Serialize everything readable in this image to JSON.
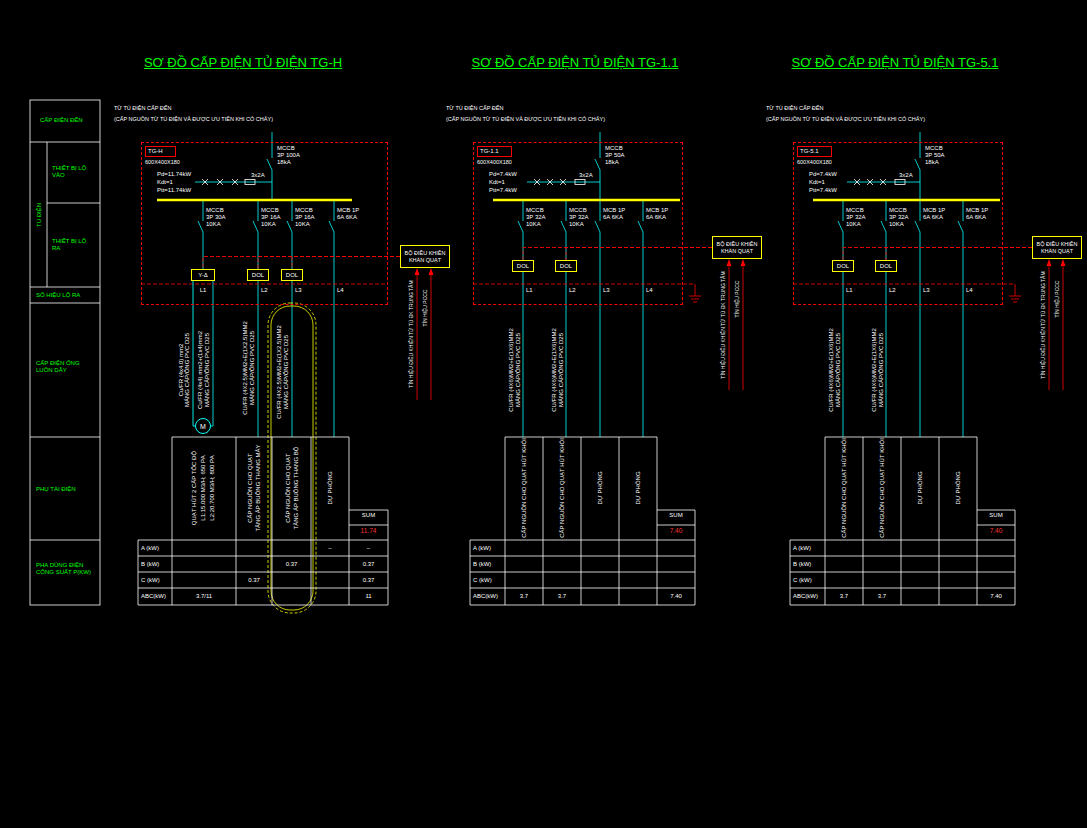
{
  "diagram": {
    "nodes": [
      {
        "text": [
          "TG-H",
          "600X400X180"
        ]
      },
      {
        "text": [
          "Y-Δ"
        ],
        "in": 0
      },
      {
        "text": [
          "DOL"
        ],
        "in": 0
      },
      {
        "text": [
          "DOL"
        ],
        "in": 0
      },
      {
        "text": [
          "BỘ ĐIỀU KHIỂN KHẨN QUẠT"
        ]
      },
      {
        "text": [
          "M"
        ]
      },
      {
        "text": [
          "TG-1.1",
          "600X400X180"
        ]
      },
      {
        "text": [
          "DOL"
        ],
        "in": 6
      },
      {
        "text": [
          "DOL"
        ],
        "in": 6
      },
      {
        "text": [
          "BỘ ĐIỀU KHIỂN KHẨN QUẠT"
        ]
      },
      {
        "text": [
          "TG-5.1",
          "600X400X180"
        ]
      },
      {
        "text": [
          "DOL"
        ],
        "in": 10
      },
      {
        "text": [
          "DOL"
        ],
        "in": 10
      },
      {
        "text": [
          "BỘ ĐIỀU KHIỂN KHẨN QUẠT"
        ]
      }
    ],
    "edges": [
      {
        "from": 4,
        "to": 1,
        "arrow": "none"
      },
      {
        "from": 4,
        "to": 2,
        "arrow": "none"
      },
      {
        "from": 4,
        "to": 3,
        "arrow": "none"
      },
      {
        "from": 1,
        "to": 5,
        "arrow": "none"
      },
      {
        "from": 9,
        "to": 7,
        "arrow": "none"
      },
      {
        "from": 9,
        "to": 8,
        "arrow": "none"
      },
      {
        "from": 13,
        "to": 11,
        "arrow": "none"
      },
      {
        "from": 13,
        "to": 12,
        "arrow": "none"
      }
    ],
    "labels": [
      "SƠ ĐỒ CẤP ĐIỆN TỦ ĐIỆN TG-H",
      "SƠ ĐỒ CẤP ĐIỆN TỦ ĐIỆN TG-1.1",
      "SƠ ĐỒ CẤP ĐIỆN TỦ ĐIỆN TG-5.1",
      "CẤP ĐIỆN ĐẾN",
      "TỦ ĐIỆN",
      "THIẾT BỊ LỘ VÀO",
      "THIẾT BỊ LỘ RA",
      "SỐ HIỆU LỘ RA",
      "CẤP ĐIỆN ỐNG LUỒN DÂY",
      "PHỤ TẢI ĐIỆN",
      "PHA DÙNG ĐIỆN CÔNG SUẤT P(KW)",
      "TỪ TỦ ĐIỆN CẤP ĐẾN",
      "(CẤP NGUỒN TỪ TỦ ĐIỆN VÀ ĐƯỢC ƯU TIÊN KHI CÓ CHÁY)",
      "MCCB 3P 100A 18kA",
      "Pd=11.74kW",
      "Kdt=1",
      "Ptt=11.74kW",
      "3x2A",
      "MCCB 3P 30A 10KA",
      "MCCB 3P 16A 10KA",
      "MCCB 3P 16A 10KA",
      "MCB 1P 6A 6KA",
      "L1",
      "L2",
      "L3",
      "L4",
      "Cu/FR (4x4.0) mm2",
      "MÁNG CÁP/ỐNG PVC D25",
      "Cu/FR (4x4) mm2+(1x4)mm2",
      "MÁNG CÁP/ỐNG PVC D25",
      "CU/FR (4X2.5)MM2+E(1X2.5)MM2",
      "MÁNG CÁP/ỐNG PVC D25",
      "CU/FR (4X2.5)MM2+E(1X2.5)MM2",
      "MÁNG CÁP/ỐNG PVC D25",
      "TÍN HIỆU ĐIỀU KHIỂN TỪ TỦ ĐK TRUNG TÂM",
      "TÍN HIỆU PCCC",
      "QUẠT HÚT 2 CẤP TỐC ĐỘ",
      "L1:15.000 M3/H; 650 PA",
      "L2:20.700 M3/H; 800 PA",
      "CẤP NGUỒN CHO QUẠT",
      "TĂNG ÁP BUỒNG THANG MÁY",
      "CẤP NGUỒN CHO QUẠT",
      "TĂNG ÁP BUỒNG THANG BỘ",
      "DỰ PHÒNG",
      "SUM",
      "11.74",
      "A (kW)",
      "B (kW)",
      "C (kW)",
      "ABC(kW)",
      "–",
      "–",
      "0.37",
      "0.37",
      "0.37",
      "0.37",
      "3.7/11",
      "11",
      "TỪ TỦ ĐIỆN CẤP ĐẾN",
      "(CẤP NGUỒN TỪ TỦ ĐIỆN VÀ ĐƯỢC ƯU TIÊN KHI CÓ CHÁY)",
      "MCCB 3P 50A 18kA",
      "Pd=7.4kW",
      "Kdt=1",
      "Ptt=7.4kW",
      "3x2A",
      "MCCB 3P 32A 10KA",
      "MCCB 3P 32A 10KA",
      "MCB 1P 6A 6KA",
      "MCB 1P 6A 6KA",
      "L1",
      "L2",
      "L3",
      "L4",
      "CU/FR (4X6)MM2+E(1X6)MM2",
      "MÁNG CÁP/ỐNG PVC D25",
      "CU/FR (4X6)MM2+E(1X6)MM2",
      "MÁNG CÁP/ỐNG PVC D25",
      "TÍN HIỆU ĐIỀU KHIỂN TỪ TỦ ĐK TRUNG TÂM",
      "TÍN HIỆU PCCC",
      "CẤP NGUỒN CHO QUẠT HÚT KHÓI",
      "CẤP NGUỒN CHO QUẠT HÚT KHÓI",
      "DỰ PHÒNG",
      "DỰ PHÒNG",
      "SUM",
      "7.40",
      "A (kW)",
      "B (kW)",
      "C (kW)",
      "ABC(kW)",
      "3.7",
      "3.7",
      "7.40",
      "TỪ TỦ ĐIỆN CẤP ĐẾN",
      "(CẤP NGUỒN TỪ TỦ ĐIỆN VÀ ĐƯỢC ƯU TIÊN KHI CÓ CHÁY)",
      "MCCB 3P 50A 18kA",
      "Pd=7.4kW",
      "Kdt=1",
      "Ptt=7.4kW",
      "3x2A",
      "MCCB 3P 32A 10KA",
      "MCCB 3P 32A 10KA",
      "MCB 1P 6A 6KA",
      "MCB 1P 6A 6KA",
      "L1",
      "L2",
      "L3",
      "L4",
      "CU/FR (4X6)MM2+E(1X6)MM2",
      "MÁNG CÁP/ỐNG PVC D25",
      "CU/FR (4X6)MM2+E(1X6)MM2",
      "MÁNG CÁP/ỐNG PVC D25",
      "TÍN HIỆU ĐIỀU KHIỂN TỪ TỦ ĐK TRUNG TÂM",
      "TÍN HIỆU PCCC",
      "CẤP NGUỒN CHO QUẠT HÚT KHÓI",
      "CẤP NGUỒN CHO QUẠT HÚT KHÓI",
      "DỰ PHÒNG",
      "DỰ PHÒNG",
      "SUM",
      "7.40",
      "A (kW)",
      "B (kW)",
      "C (kW)",
      "ABC(kW)",
      "3.7",
      "3.7",
      "7.40"
    ]
  }
}
